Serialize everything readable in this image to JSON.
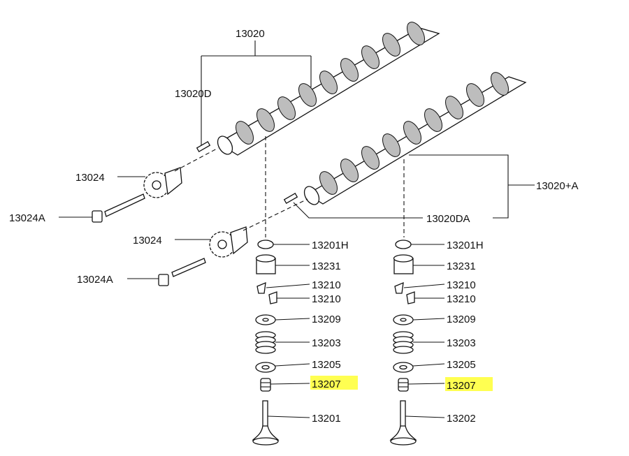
{
  "labels": {
    "cam1": "13020",
    "cam1_pin": "13020D",
    "sprocket_1": "13024",
    "bolt_1": "13024A",
    "sprocket_2": "13024",
    "bolt_2": "13024A",
    "cam2": "13020+A",
    "cam2_pin": "13020DA",
    "left_shim": "13201H",
    "left_lifter": "13231",
    "left_collet_a": "13210",
    "left_collet_b": "13210",
    "left_retainer": "13209",
    "left_spring": "13203",
    "left_seat": "13205",
    "left_seal": "13207",
    "left_valve": "13201",
    "right_shim": "13201H",
    "right_lifter": "13231",
    "right_collet_a": "13210",
    "right_collet_b": "13210",
    "right_retainer": "13209",
    "right_spring": "13203",
    "right_seat": "13205",
    "right_seal": "13207",
    "right_valve": "13202"
  },
  "colors": {
    "highlight": "#ffff33",
    "line": "#111111"
  }
}
